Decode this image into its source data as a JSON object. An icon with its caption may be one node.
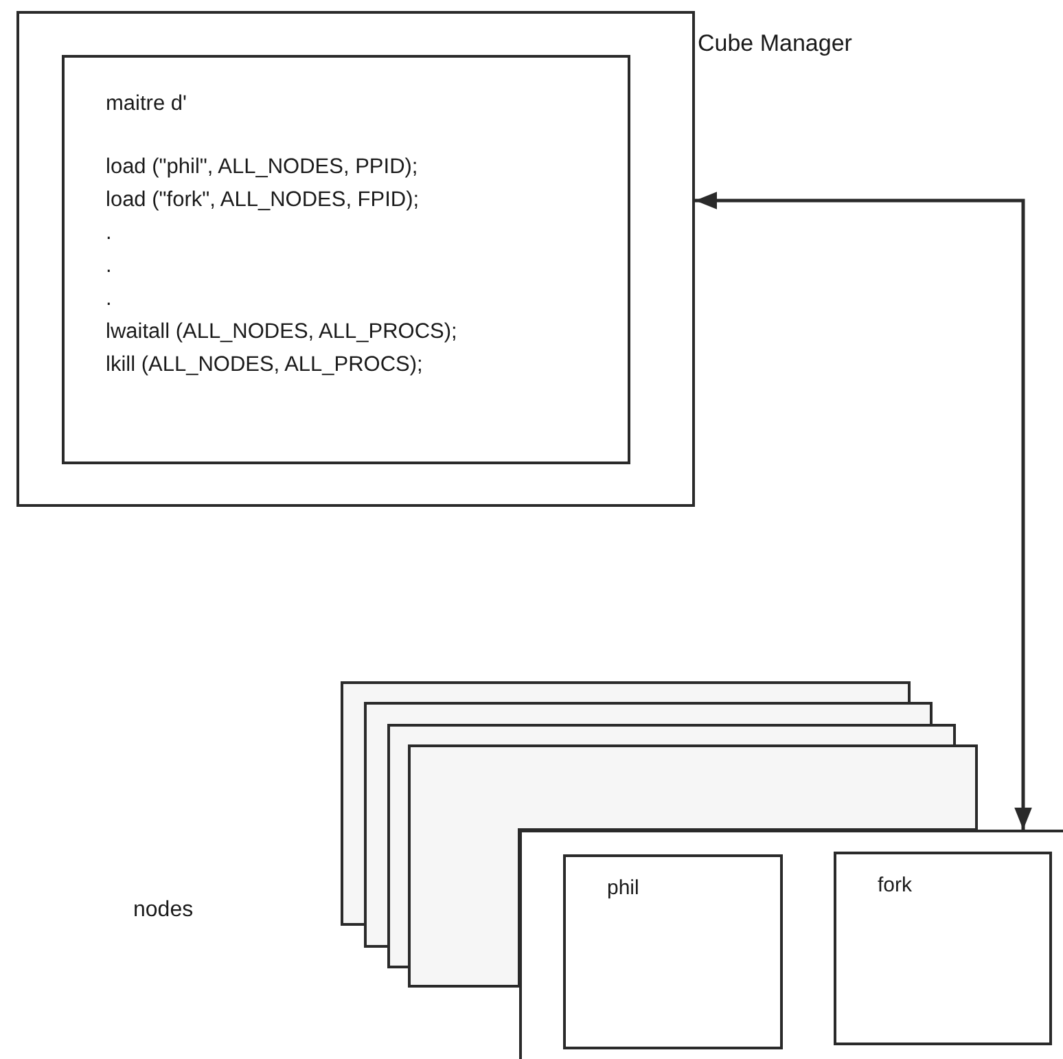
{
  "diagram": {
    "nodes": [
      {
        "text": [
          "Cube Manager"
        ]
      },
      {
        "text": [
          "maitre d'",
          "load (\"phil\", ALL_NODES, PPID);",
          "load (\"fork\", ALL_NODES, FPID);",
          ".",
          ".",
          ".",
          "lwaitall (ALL_NODES, ALL_PROCS);",
          "lkill (ALL_NODES, ALL_PROCS);"
        ],
        "in": 0
      },
      {
        "text": [],
        "shape": "box"
      },
      {
        "text": [],
        "shape": "box"
      },
      {
        "text": [],
        "shape": "box"
      },
      {
        "text": [],
        "shape": "box"
      },
      {
        "text": [],
        "shape": "box"
      },
      {
        "text": [
          "phil"
        ],
        "in": 6
      },
      {
        "text": [
          "fork"
        ],
        "in": 6
      }
    ],
    "edges": [
      {
        "from": 0,
        "to": 6,
        "arrow": "both"
      }
    ],
    "labels": [
      "nodes"
    ]
  }
}
